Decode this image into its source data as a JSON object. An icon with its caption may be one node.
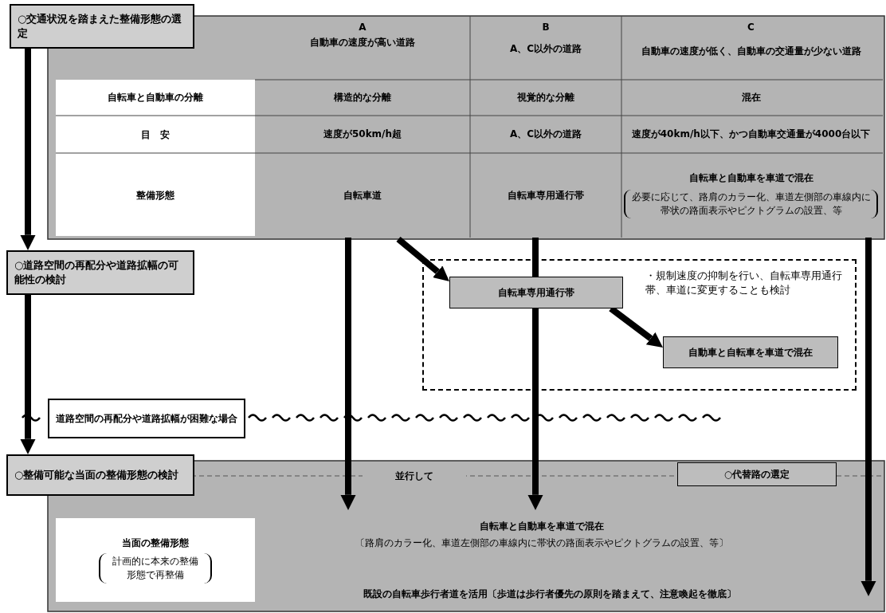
{
  "diagram": {
    "nodes": [
      {
        "text": [
          "○交通状況を踏まえた整備形態の選定"
        ]
      },
      {
        "text": [
          "自転車道"
        ]
      },
      {
        "text": [
          "自転車専用通行帯"
        ]
      },
      {
        "text": [
          "自転車と自動車を車道で混在",
          "必要に応じて、路肩のカラー化、車道左側部の車線内に帯状の路面表示やピクトグラムの設置、等"
        ]
      },
      {
        "text": [
          "○道路空間の再配分や道路拡幅の可能性の検討"
        ]
      },
      {
        "text": [
          "・規制速度の抑制を行い、自転車専用通行帯、車道に変更することも検討"
        ]
      },
      {
        "text": [
          "自転車専用通行帯"
        ],
        "in": 5
      },
      {
        "text": [
          "自動車と自転車を車道で混在"
        ],
        "in": 5
      },
      {
        "text": [
          "道路空間の再配分や道路拡幅が困難な場合"
        ]
      },
      {
        "text": [
          "○整備可能な当面の整備形態の検討"
        ]
      },
      {
        "text": [
          "○代替路の選定"
        ]
      },
      {
        "text": [
          "自転車と自動車を車道で混在",
          "〔路肩のカラー化、車道左側部の車線内に帯状の路面表示やピクトグラムの設置、等〕"
        ]
      },
      {
        "text": [
          "当面の整備形態",
          "計画的に本来の整備形態で再整備"
        ]
      }
    ],
    "edges": [
      {
        "from": 0,
        "to": 4,
        "arrow": "to"
      },
      {
        "from": 4,
        "to": 9,
        "arrow": "to"
      },
      {
        "from": 1,
        "to": 11,
        "arrow": "to"
      },
      {
        "from": 2,
        "to": 6,
        "arrow": "none"
      },
      {
        "from": 6,
        "to": 11,
        "arrow": "to"
      },
      {
        "from": 3,
        "to": null,
        "arrow": "to"
      },
      {
        "from": null,
        "to": 6,
        "arrow": "to"
      },
      {
        "from": 6,
        "to": 7,
        "arrow": "to"
      }
    ],
    "labels": [
      "A",
      "自動車の速度が高い道路",
      "B",
      "A、C以外の道路",
      "C",
      "自動車の速度が低く、自動車の交通量が少ない道路",
      "自転車と自動車の分離",
      "構造的な分離",
      "視覚的な分離",
      "混在",
      "目　安",
      "速度が50km/h超",
      "A、C以外の道路",
      "速度が40km/h以下、かつ自動車交通量が4000台以下",
      "整備形態",
      "並行して",
      "既設の自転車歩行者道を活用〔歩道は歩行者優先の原則を踏まえて、注意喚起を徹底〕"
    ]
  }
}
